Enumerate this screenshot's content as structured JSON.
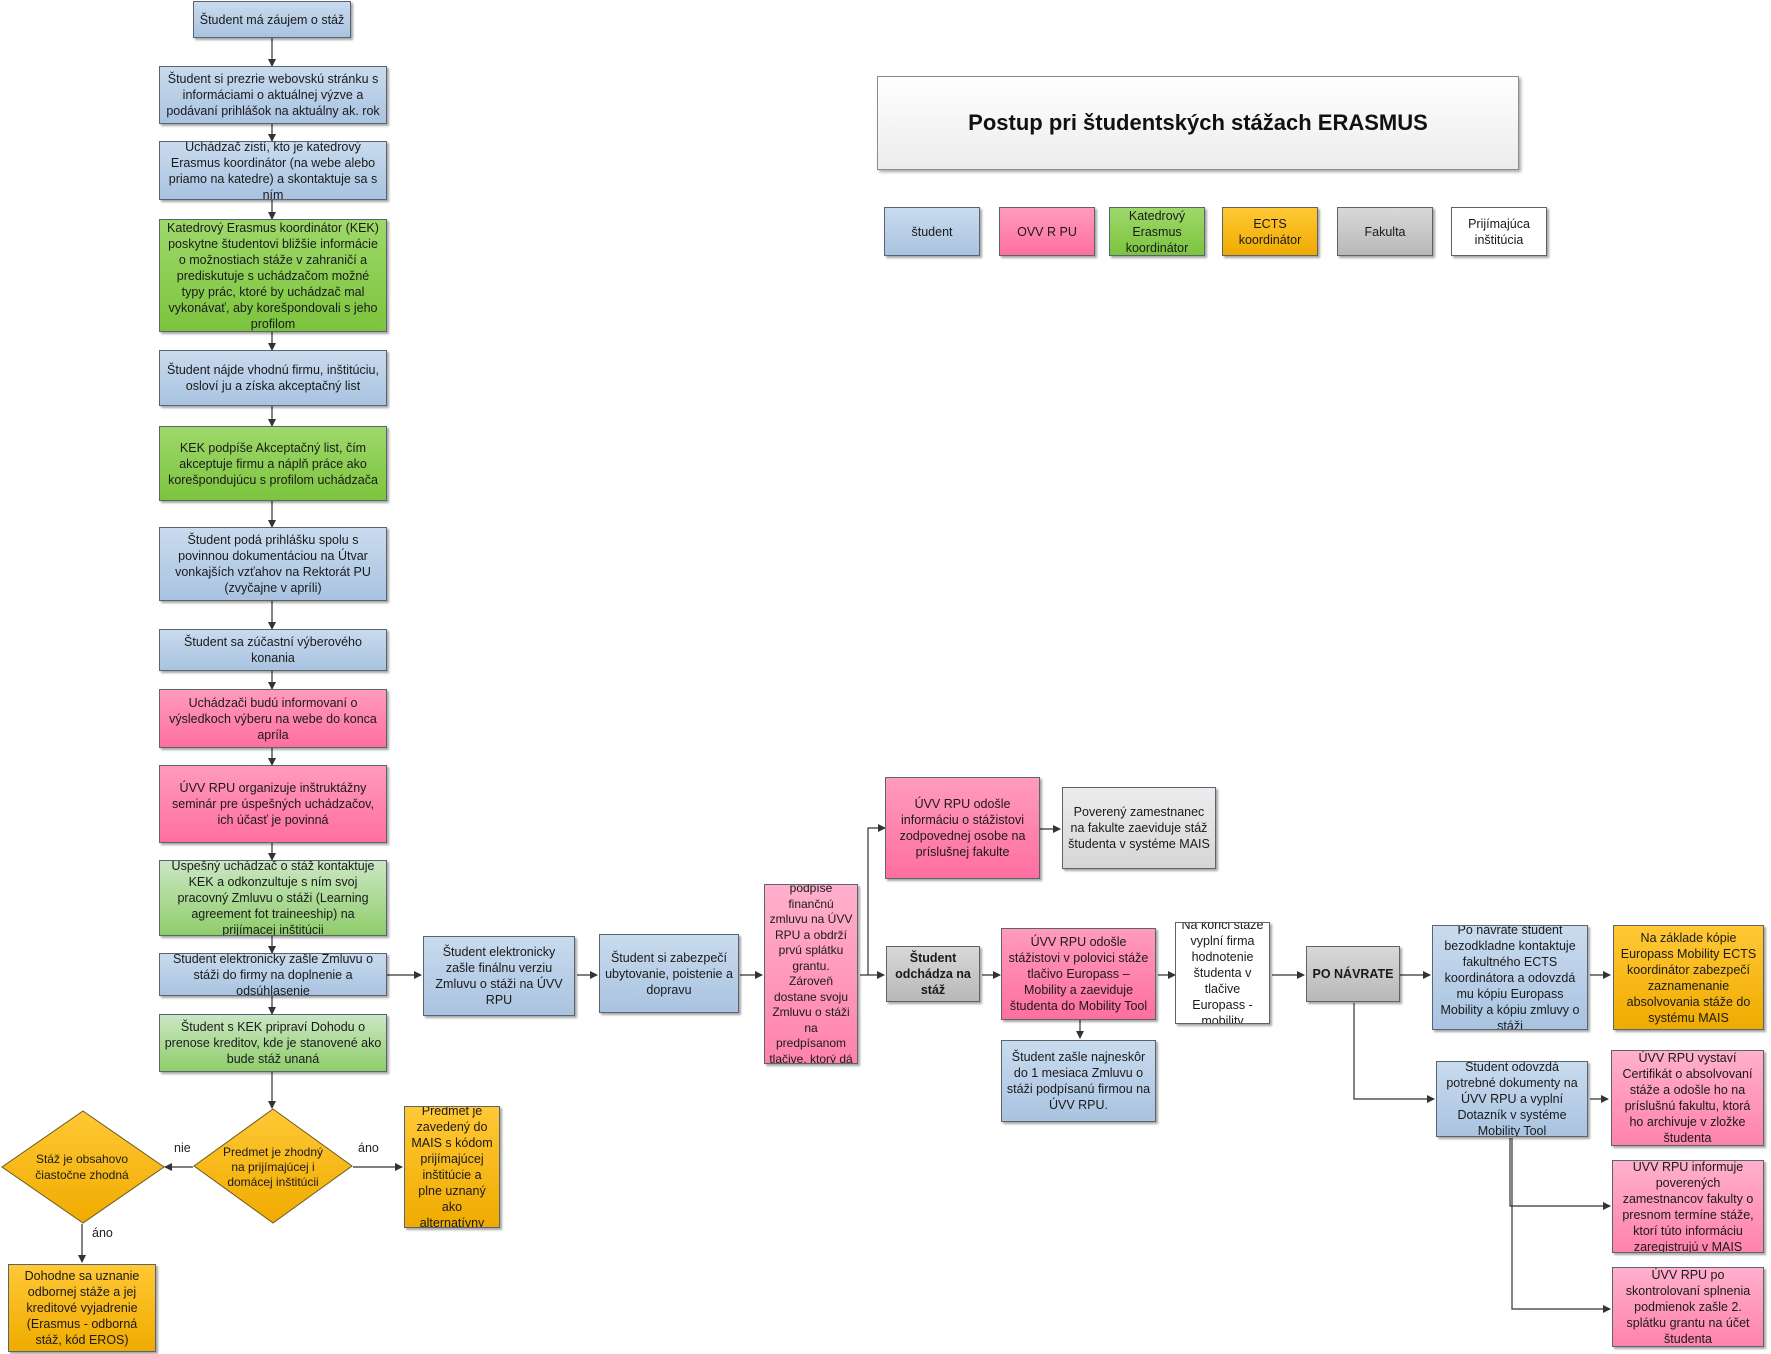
{
  "title": "Postup pri študentských stážach ERASMUS",
  "legend": {
    "student": "študent",
    "ovv": "OVV R PU",
    "kek": "Katedrový Erasmus koordinátor",
    "ects": "ECTS koordinátor",
    "fakulta": "Fakulta",
    "prijimajuca": "Prijímajúca inštitúcia"
  },
  "colors": {
    "student": "#a9c3e0",
    "ovv": "#ff6f9f",
    "kek": "#7cc43e",
    "ects": "#f0ab00",
    "fakulta": "#b8b8b8",
    "prijimajuca": "#ffffff"
  },
  "steps": {
    "s1": "Študent má záujem o stáž",
    "s2": "Študent si prezrie webovskú stránku s informáciami o aktuálnej výzve a podávaní prihlášok na aktuálny ak. rok",
    "s3": "Uchádzač zistí, kto je katedrový Erasmus koordinátor (na webe alebo priamo na katedre) a skontaktuje sa s ním",
    "s4": "Katedrový Erasmus koordinátor (KEK) poskytne študentovi bližšie informácie o možnostiach stáže v zahraničí a prediskutuje s uchádzačom možné typy prác, ktoré by uchádzač mal vykonávať, aby korešpondovali s jeho profilom",
    "s5": "Študent nájde vhodnú firmu, inštitúciu, osloví ju a získa akceptačný list",
    "s6": "KEK podpíše Akceptačný list, čím akceptuje firmu a náplň práce ako korešpondujúcu s profilom uchádzača",
    "s7": "Študent podá prihlášku spolu s povinnou dokumentáciou na Útvar vonkajších vzťahov  na Rektorát PU (zvyčajne v apríli)",
    "s8": "Študent sa zúčastní výberového konania",
    "s9": "Uchádzači budú informovaní o výsledkoch výberu na webe do konca apríla",
    "s10": "ÚVV RPU organizuje inštruktážny seminár pre úspešných uchádzačov, ich účasť je povinná",
    "s11": "Úspešný uchádzač o stáž kontaktuje KEK a odkonzultuje s ním svoj pracovný Zmluvu o stáži (Learning agreement fot traineeship) na prijímacej inštitúcii",
    "s12": "Študent elektronicky zašle Zmluvu o stáži do firmy na doplnenie a odsúhlasenie",
    "s13": "Študent s KEK pripraví Dohodu o prenose kreditov, kde je stanovené ako bude stáž unaná",
    "d1": "Predmet je zhodný na prijímajúcej i domácej inštitúcii",
    "d2": "Stáž je obsahovo čiastočne zhodná",
    "nie": "nie",
    "ano1": "áno",
    "ano2": "áno",
    "o1": "Predmet je zavedený do MAIS s kódom prijímajúcej inštitúcie a plne uznaný ako alternatívny",
    "o2": "Dohodne sa uznanie odbornej stáže a jej kreditové vyjadrenie (Erasmus - odborná stáž, kód EROS)",
    "h1": "Študent elektronicky zašle finálnu verziu Zmluvu o stáži na ÚVV RPU",
    "h2": "Študent si zabezpečí ubytovanie, poistenie a dopravu",
    "h3": "Študent podpíše finančnú zmluvu na ÚVV RPU a obdrží prvú splátku grantu. Zároveň dostane svoju Zmluvu o stáži na predpísanom tlačive, ktorý dá podpísať KEK",
    "h4": "ÚVV RPU odošle informáciu o stážistovi zodpovednej osobe na príslušnej fakulte",
    "h5": "Poverený zamestnanec na fakulte zaeviduje stáž študenta v systéme MAIS",
    "h6": "Študent odchádza na stáž",
    "h7": "ÚVV RPU odošle stážistovi v polovici stáže tlačivo Europass – Mobility a zaeviduje študenta do Mobility Tool",
    "h8": "Študent zašle najneskôr do 1 mesiaca Zmluvu o stáži podpísanú firmou na ÚVV RPU.",
    "h9": "Na konci stáže vyplní firma hodnotenie študenta v tlačive Europass - mobility",
    "h10": "PO NÁVRATE",
    "r1": "Po návrate študent bezodkladne kontaktuje fakultného ECTS koordinátora a odovzdá mu kópiu Europass Mobility a kópiu zmluvy o stáži",
    "r2": "Na základe kópie Europass Mobility ECTS koordinátor zabezpečí zaznamenanie absolvovania stáže do systému MAIS",
    "r3": "Študent odovzdá potrebné dokumenty na ÚVV RPU a vyplní Dotazník v systéme Mobility Tool",
    "r4": "ÚVV RPU vystaví Certifikát o absolvovaní stáže a odošle ho na príslušnú fakultu, ktorá ho archivuje v zložke študenta",
    "r5": "ÚVV RPU informuje poverených zamestnancov fakulty o presnom termíne stáže, ktorí túto informáciu zaregistrujú v MAIS",
    "r6": "ÚVV RPU po skontrolovaní splnenia podmienok zašle 2. splátku grantu na účet študenta"
  }
}
